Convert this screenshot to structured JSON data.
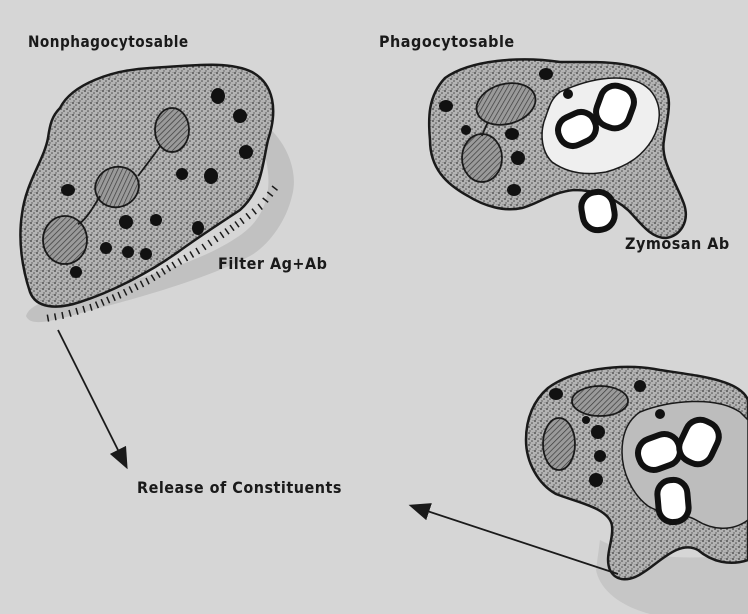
{
  "labels": {
    "nonphagocytosable": "Nonphagocytosable",
    "phagocytosable": "Phagocytosable",
    "filter": "Filter Ag+Ab",
    "zymosan": "Zymosan Ab",
    "release": "Release of Constituents"
  },
  "colors": {
    "background": "#d6d6d6",
    "cytoplasm_stipple": "#8a8a8a",
    "outline": "#1a1a1a",
    "granule": "#111111",
    "vacuole": "#efefef",
    "released_shading": "#bdbdbd"
  }
}
